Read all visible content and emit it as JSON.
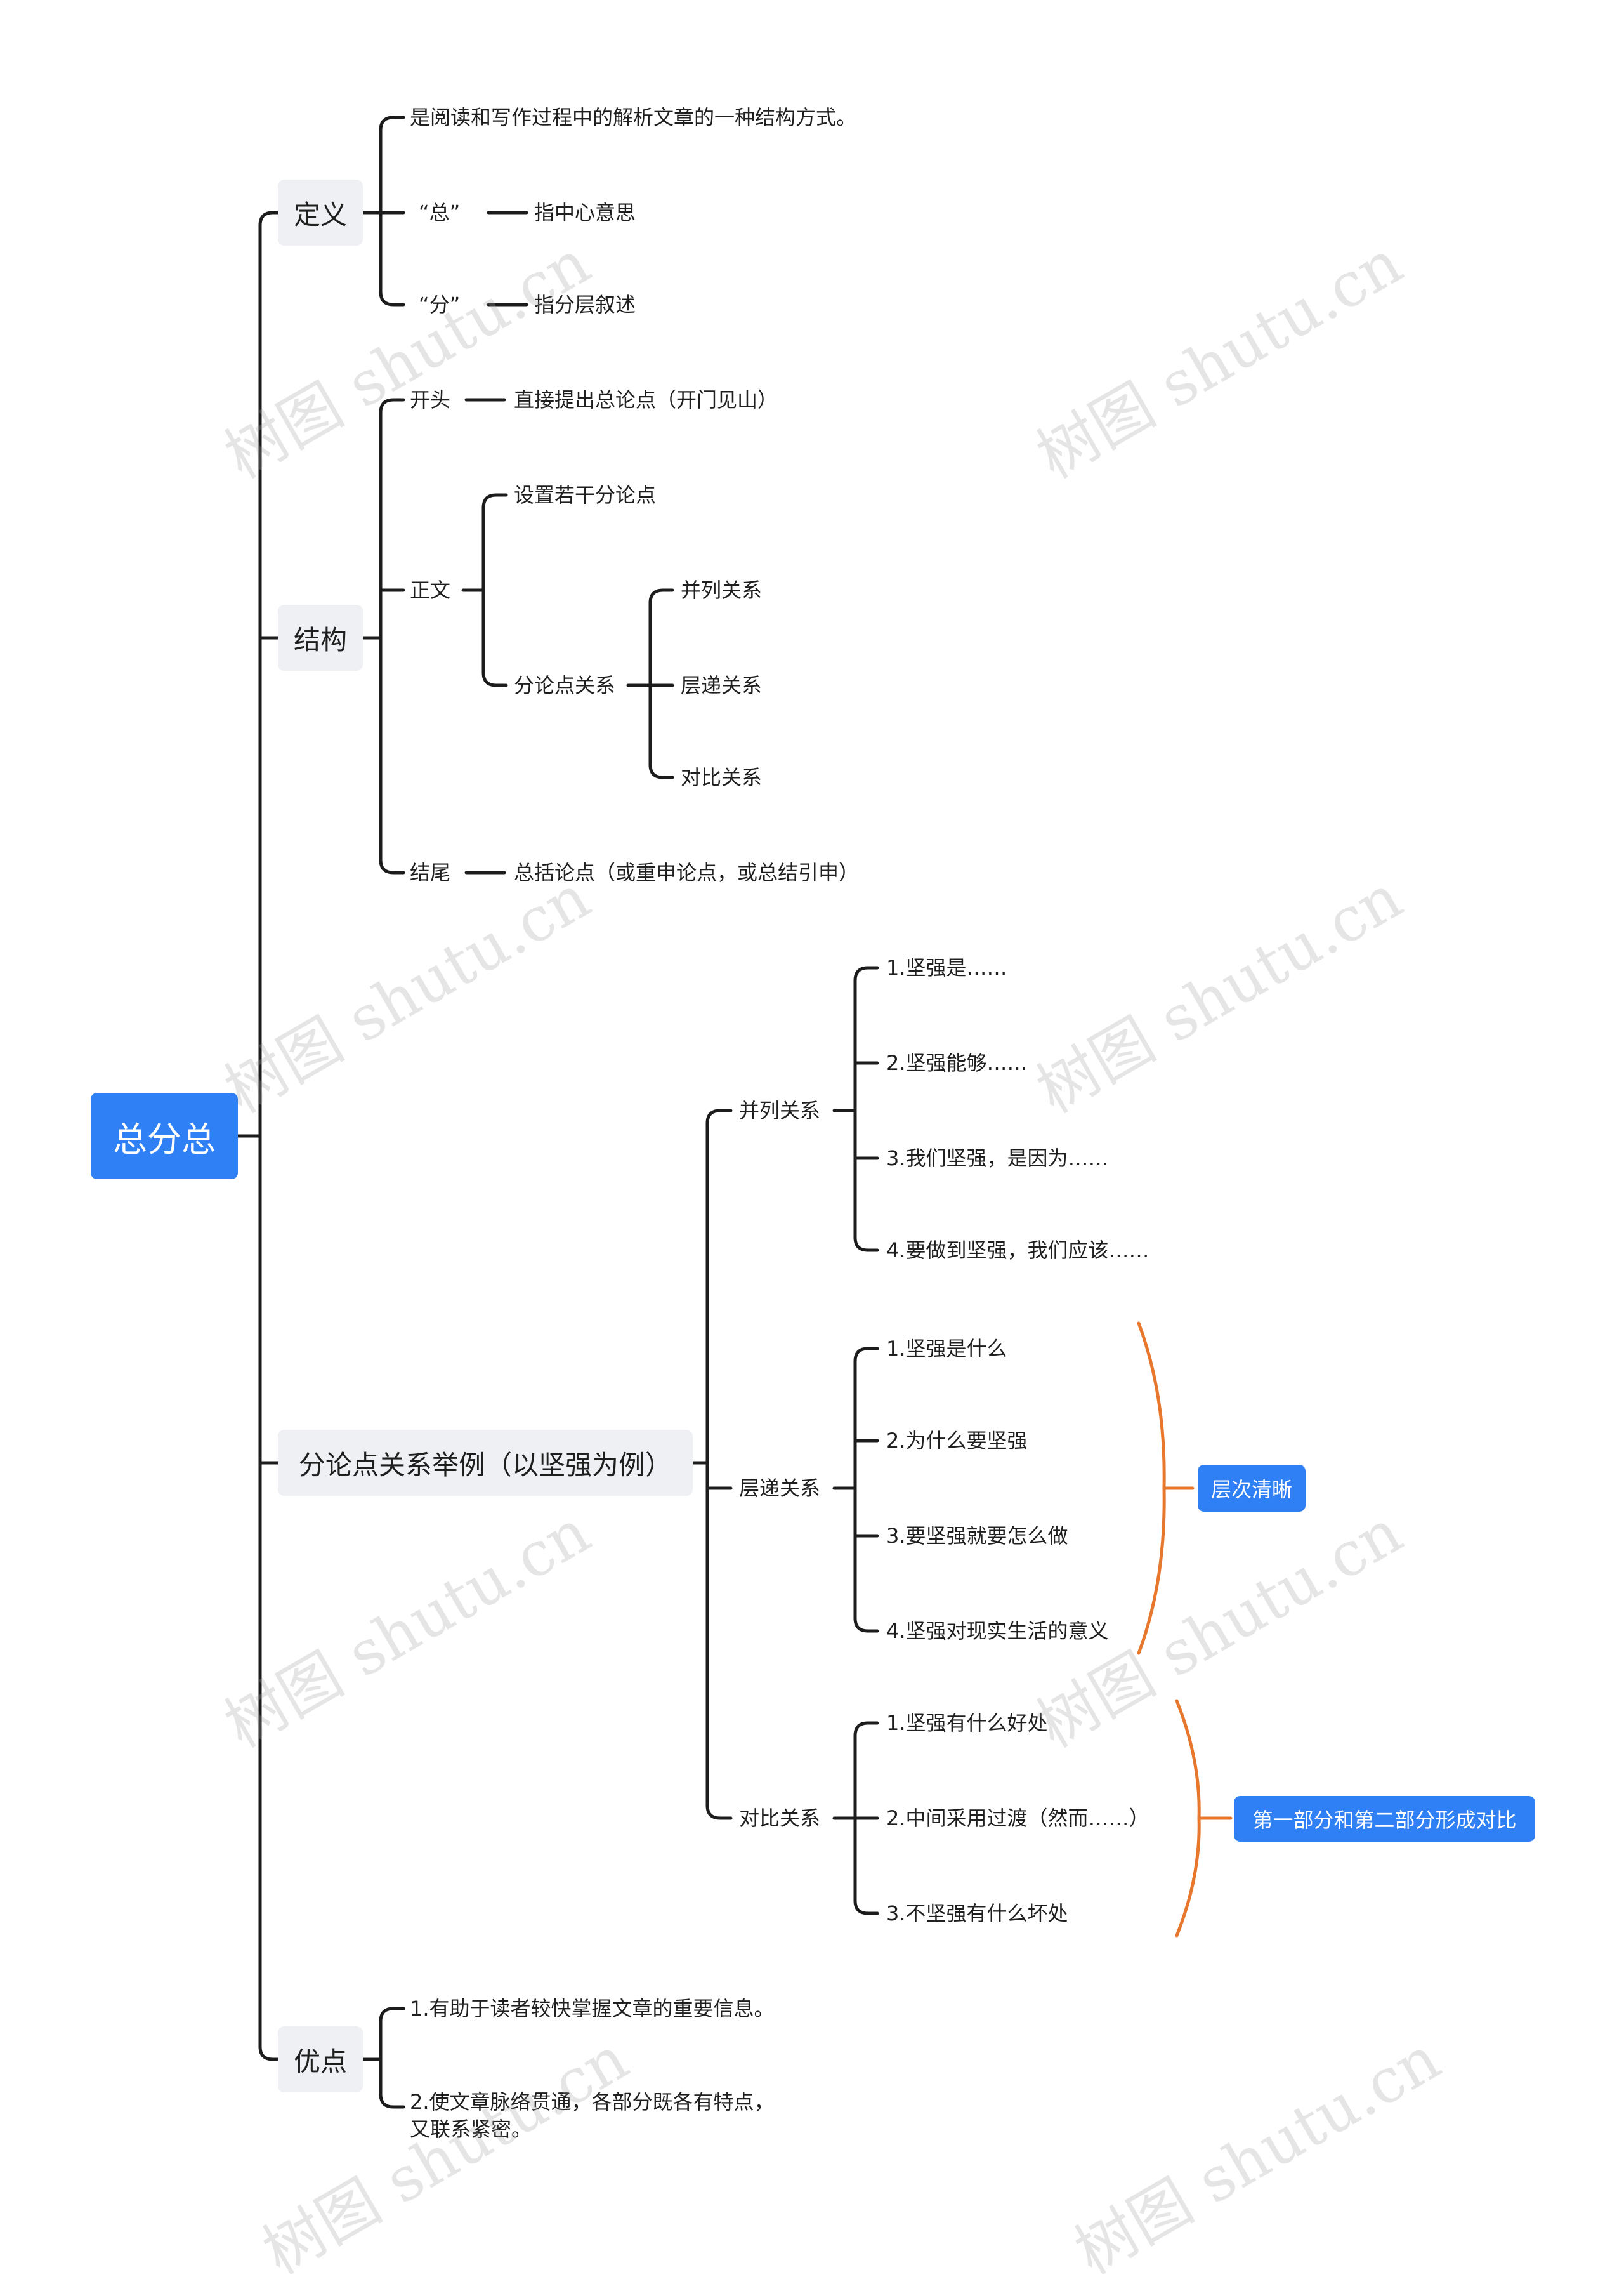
{
  "root": "总分总",
  "branches": {
    "definition": {
      "label": "定义",
      "desc": "是阅读和写作过程中的解析文章的一种结构方式。",
      "zong": "“总”",
      "zong_desc": "指中心意思",
      "fen": "“分”",
      "fen_desc": "指分层叙述"
    },
    "structure": {
      "label": "结构",
      "opening": "开头",
      "opening_desc": "直接提出总论点（开门见山）",
      "body": "正文",
      "set_points": "设置若干分论点",
      "relations": "分论点关系",
      "rel_parallel": "并列关系",
      "rel_progressive": "层递关系",
      "rel_contrast": "对比关系",
      "ending": "结尾",
      "ending_desc": "总括论点（或重申论点，或总结引申）"
    },
    "examples": {
      "label": "分论点关系举例（以坚强为例）",
      "parallel": {
        "label": "并列关系",
        "items": [
          "1.坚强是……",
          "2.坚强能够……",
          "3.我们坚强，是因为……",
          "4.要做到坚强，我们应该……"
        ]
      },
      "progressive": {
        "label": "层递关系",
        "items": [
          "1.坚强是什么",
          "2.为什么要坚强",
          "3.要坚强就要怎么做",
          "4.坚强对现实生活的意义"
        ],
        "summary": "层次清晰"
      },
      "contrast": {
        "label": "对比关系",
        "items": [
          "1.坚强有什么好处",
          "2.中间采用过渡（然而……）",
          "3.不坚强有什么坏处"
        ],
        "summary": "第一部分和第二部分形成对比"
      }
    },
    "advantages": {
      "label": "优点",
      "item1": "1.有助于读者较快掌握文章的重要信息。",
      "item2_line1": "2.使文章脉络贯通，各部分既各有特点，",
      "item2_line2": "又联系紧密。"
    }
  },
  "watermark": "树图 shutu.cn",
  "colors": {
    "node_blue": "#2f7ff5",
    "summary_line": "#e8772e",
    "branch_bg": "#eef0f3"
  }
}
